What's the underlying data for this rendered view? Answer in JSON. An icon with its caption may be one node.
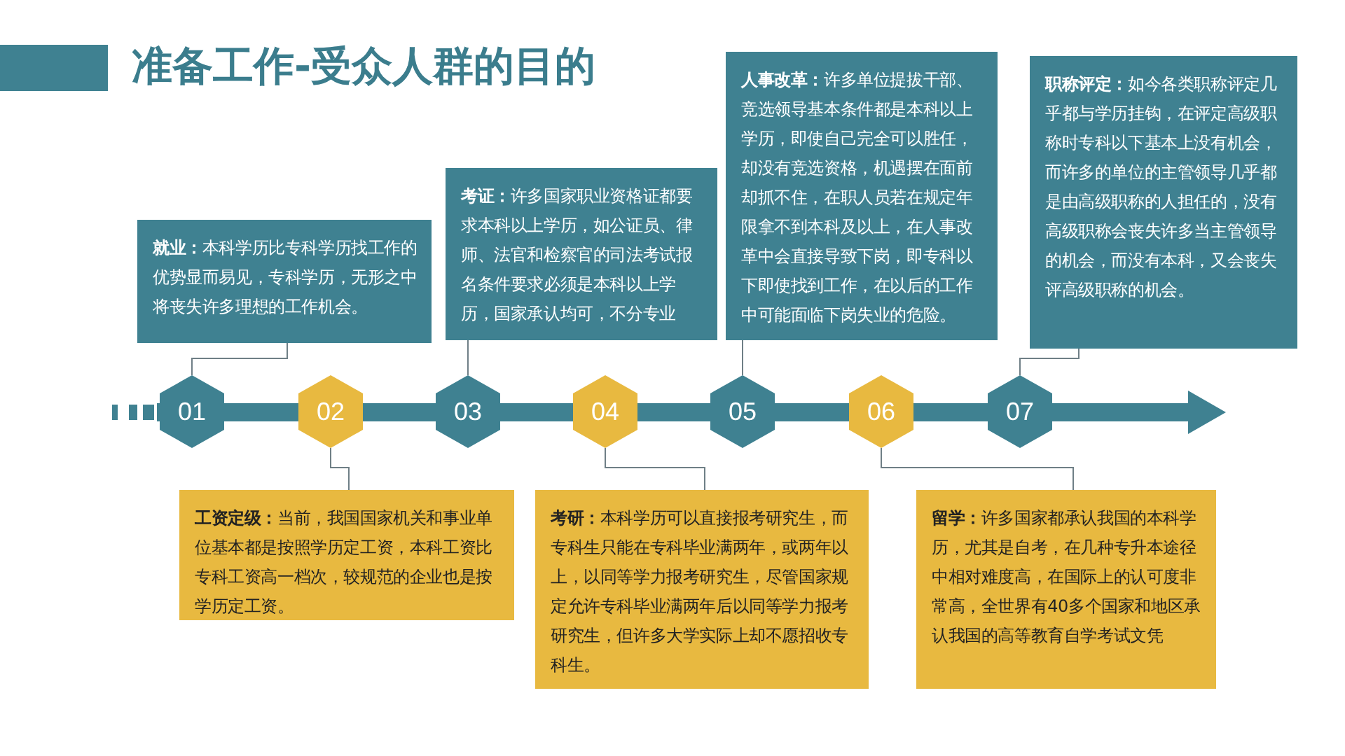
{
  "diagram": {
    "title": "准备工作-受众人群的目的",
    "nodes": [
      {
        "text": [
          "01"
        ]
      },
      {
        "text": [
          "02"
        ]
      },
      {
        "text": [
          "03"
        ]
      },
      {
        "text": [
          "04"
        ]
      },
      {
        "text": [
          "05"
        ]
      },
      {
        "text": [
          "06"
        ]
      },
      {
        "text": [
          "07"
        ]
      },
      {
        "text": [
          "**就业：**本科学历比专科学历找工作的优势显而易见，专科学历，无形之中将丧失许多理想的工作机会。"
        ]
      },
      {
        "text": [
          "**工资定级：**当前，我国国家机关和事业单位基本都是按照学历定工资，本科工资比专科工资高一档次，较规范的企业也是按学历定工资。"
        ]
      },
      {
        "text": [
          "**考证：**许多国家职业资格证都要求本科以上学历，如公证员、律师、法官和检察官的司法考试报名条件要求必须是本科以上学历，国家承认均可，不分专业"
        ]
      },
      {
        "text": [
          "**考研：**本科学历可以直接报考研究生，而专科生只能在专科毕业满两年，或两年以上，以同等学力报考研究生，尽管国家规定允许专科毕业满两年后以同等学力报考研究生，但许多大学实际上却不愿招收专科生。"
        ]
      },
      {
        "text": [
          "**人事改革：**许多单位提拔干部、竞选领导基本条件都是本科以上学历，即使自己完全可以胜任，却没有竞选资格，机遇摆在面前却抓不住，在职人员若在规定年限拿不到本科及以上，在人事改革中会直接导致下岗，即专科以下即使找到工作，在以后的工作中可能面临下岗失业的危险。"
        ]
      },
      {
        "text": [
          "**留学：**许多国家都承认我国的本科学历，尤其是自考，在几种专升本途径中相对难度高，在国际上的认可度非常高，全世界有40多个国家和地区承认我国的高等教育自学考试文凭"
        ]
      },
      {
        "text": [
          "**职称评定：**如今各类职称评定几乎都与学历挂钩，在评定高级职称时专科以下基本上没有机会，而许多的单位的主管领导几乎都是由高级职称的人担任的，没有高级职称会丧失许多当主管领导的机会，而没有本科，又会丧失评高级职称的机会。"
        ]
      }
    ],
    "edges": [
      {
        "from": 0,
        "to": 7,
        "arrow": "none"
      },
      {
        "from": 1,
        "to": 8,
        "arrow": "none"
      },
      {
        "from": 2,
        "to": 9,
        "arrow": "none"
      },
      {
        "from": 3,
        "to": 10,
        "arrow": "none"
      },
      {
        "from": 4,
        "to": 11,
        "arrow": "none"
      },
      {
        "from": 5,
        "to": 12,
        "arrow": "none"
      },
      {
        "from": 6,
        "to": 13,
        "arrow": "none"
      }
    ]
  }
}
